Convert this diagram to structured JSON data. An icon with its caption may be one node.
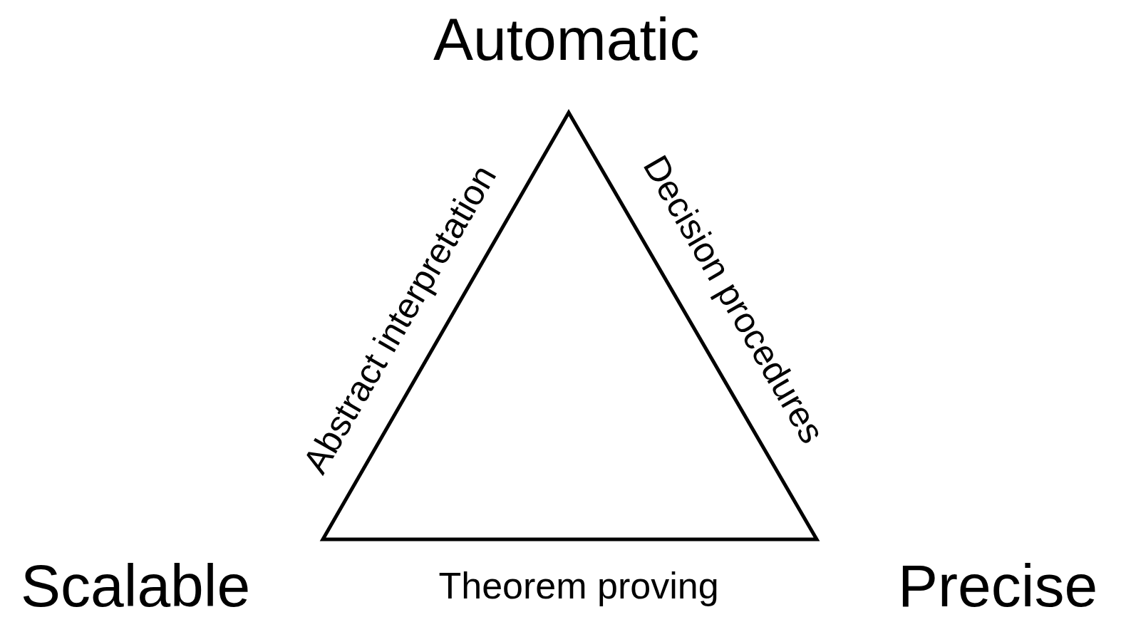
{
  "diagram": {
    "labels": [
      "Automatic",
      "Abstract interpretation",
      "Decision procedures",
      "Scalable",
      "Theorem proving",
      "Precise"
    ]
  }
}
